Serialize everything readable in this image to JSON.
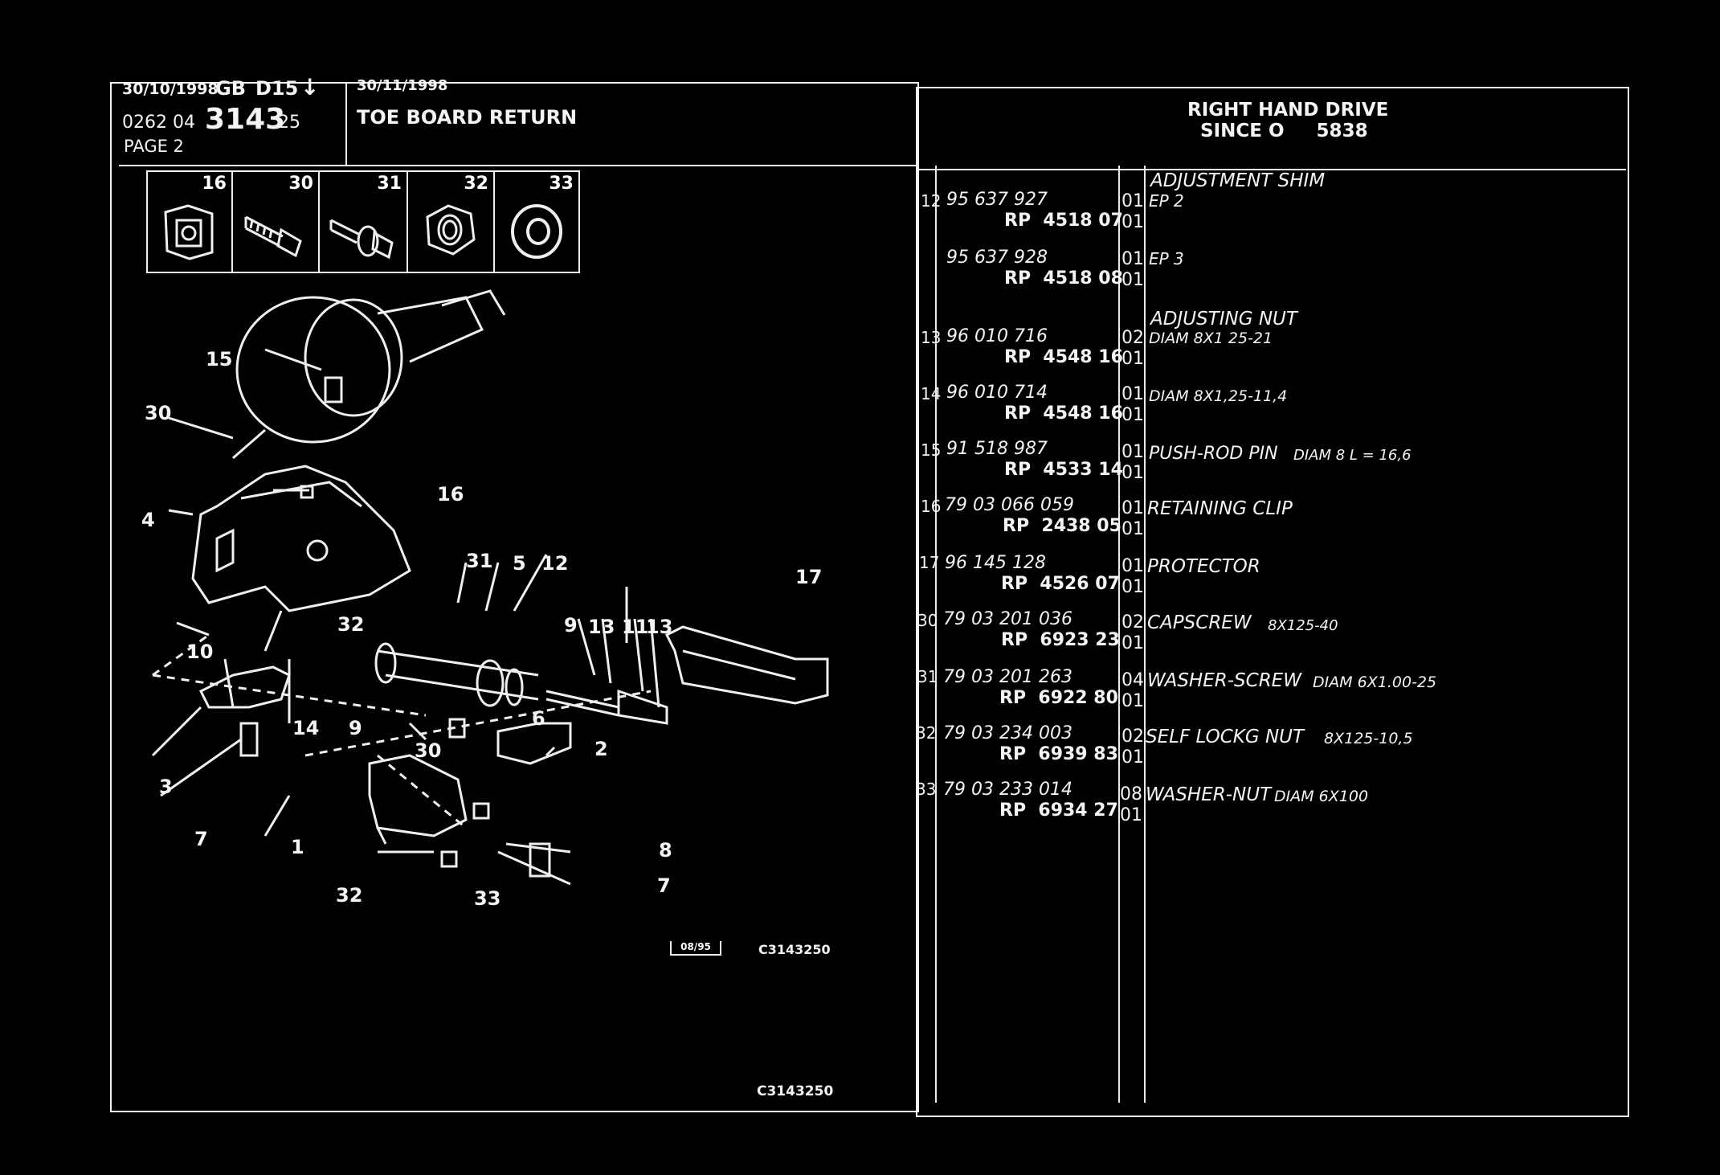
{
  "header": {
    "date1": "30/10/1998",
    "lang": "GB",
    "code": "D15",
    "arrow": "↓",
    "ref_prefix": "0262 04",
    "ref_main": "3143",
    "ref_suffix": "25",
    "page": "PAGE 2",
    "date2": "30/11/1998",
    "title": "TOE BOARD RETURN",
    "drive_line1": "RIGHT HAND DRIVE",
    "drive_line2": "SINCE O     5838"
  },
  "thumbnails": [
    {
      "num": "16",
      "icon": "retaining-clip-icon"
    },
    {
      "num": "30",
      "icon": "capscrew-icon"
    },
    {
      "num": "31",
      "icon": "washer-screw-icon"
    },
    {
      "num": "32",
      "icon": "lock-nut-icon"
    },
    {
      "num": "33",
      "icon": "washer-icon"
    }
  ],
  "diagram": {
    "callouts": [
      "15",
      "30",
      "16",
      "4",
      "31",
      "5",
      "12",
      "17",
      "9",
      "13",
      "11",
      "13",
      "10",
      "32",
      "14",
      "9",
      "6",
      "3",
      "2",
      "30",
      "7",
      "1",
      "8",
      "7",
      "32",
      "33"
    ],
    "stamp": "08/95",
    "ref_small": "C3143250",
    "ref_bottom": "C3143250"
  },
  "parts": [
    {
      "item": "",
      "part": "",
      "rp": "",
      "qty1": "",
      "qty2": "",
      "desc": "ADJUSTMENT SHIM",
      "desc_small": ""
    },
    {
      "item": "12",
      "part": "95 637 927",
      "rp": "RP  4518 07",
      "qty1": "01",
      "qty2": "01",
      "desc": "EP 2",
      "desc_small": ""
    },
    {
      "item": "",
      "part": "95 637 928",
      "rp": "RP  4518 08",
      "qty1": "01",
      "qty2": "01",
      "desc": "EP 3",
      "desc_small": ""
    },
    {
      "item": "",
      "part": "",
      "rp": "",
      "qty1": "",
      "qty2": "",
      "desc": "ADJUSTING NUT",
      "desc_small": ""
    },
    {
      "item": "13",
      "part": "96 010 716",
      "rp": "RP  4548 16",
      "qty1": "02",
      "qty2": "01",
      "desc": "DIAM 8X1 25-21",
      "desc_small": ""
    },
    {
      "item": "14",
      "part": "96 010 714",
      "rp": "RP  4548 16",
      "qty1": "01",
      "qty2": "01",
      "desc": "DIAM 8X1,25-11,4",
      "desc_small": ""
    },
    {
      "item": "15",
      "part": "91 518 987",
      "rp": "RP  4533 14",
      "qty1": "01",
      "qty2": "01",
      "desc": "PUSH-ROD PIN",
      "desc_small": "DIAM 8 L = 16,6"
    },
    {
      "item": "16",
      "part": "79 03 066 059",
      "rp": "RP  2438 05",
      "qty1": "01",
      "qty2": "01",
      "desc": "RETAINING CLIP",
      "desc_small": ""
    },
    {
      "item": "17",
      "part": "96 145 128",
      "rp": "RP  4526 07",
      "qty1": "01",
      "qty2": "01",
      "desc": "PROTECTOR",
      "desc_small": ""
    },
    {
      "item": "30",
      "part": "79 03 201 036",
      "rp": "RP  6923 23",
      "qty1": "02",
      "qty2": "01",
      "desc": "CAPSCREW",
      "desc_small": "8X125-40"
    },
    {
      "item": "31",
      "part": "79 03 201 263",
      "rp": "RP  6922 80",
      "qty1": "04",
      "qty2": "01",
      "desc": "WASHER-SCREW",
      "desc_small": "DIAM 6X1.00-25"
    },
    {
      "item": "32",
      "part": "79 03 234 003",
      "rp": "RP  6939 83",
      "qty1": "02",
      "qty2": "01",
      "desc": "SELF LOCKG NUT",
      "desc_small": "8X125-10,5"
    },
    {
      "item": "33",
      "part": "79 03 233 014",
      "rp": "RP  6934 27",
      "qty1": "08",
      "qty2": "01",
      "desc": "WASHER-NUT",
      "desc_small": "DIAM 6X100"
    }
  ]
}
